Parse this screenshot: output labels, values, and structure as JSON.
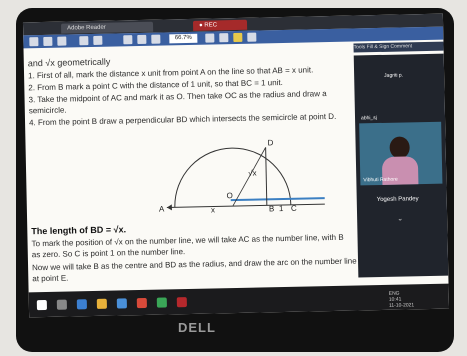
{
  "window": {
    "tab_active": "Adobe Reader",
    "tab_record": "● REC"
  },
  "toolbar": {
    "zoom": "66.7%",
    "right_labels": "Tools   Fill & Sign   Comment"
  },
  "document": {
    "heading": "and √x geometrically",
    "steps": [
      "1. First of all, mark the distance x unit from point A on the line so that AB = x unit.",
      "2. From B mark a point C with the distance of 1 unit, so that BC = 1 unit.",
      "3. Take the midpoint of AC and mark it as O. Then take OC as the radius and draw a",
      "semicircle.",
      "4. From the point B draw a perpendicular BD which intersects the semicircle at point D."
    ],
    "diagram_labels": {
      "D": "D",
      "sqrt_x": "√x",
      "O": "O",
      "A": "A",
      "x": "x",
      "B": "B",
      "one": "1",
      "C": "C"
    },
    "length_title": "The length of BD = √x.",
    "para1": [
      "To mark the position of √x on the number line, we will take AC as the number line, with B",
      "as zero. So C is point 1 on the number line."
    ],
    "para2": [
      "Now we will take B as the centre and BD as the radius, and draw the arc on the number line",
      "at point E."
    ]
  },
  "meet": {
    "participant_1": "Jagriti p.",
    "participant_2": "abhi_sj",
    "participant_3": "Yogesh Pandey",
    "video_label": "Vibhuti Rathore"
  },
  "taskbar": {
    "time": "10:41",
    "date": "11-10-2021",
    "lang": "ENG"
  },
  "brand": "DELL"
}
